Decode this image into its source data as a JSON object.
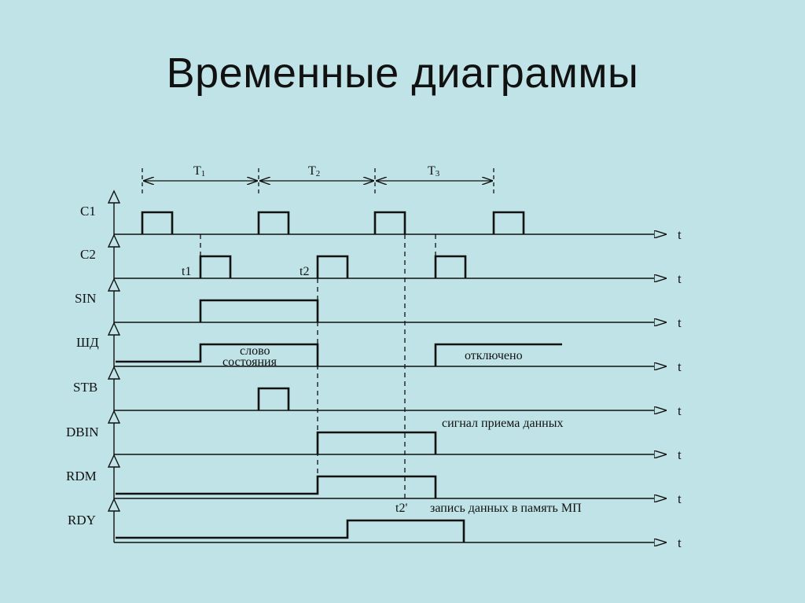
{
  "title": "Временные диаграммы",
  "periods": [
    {
      "name": "T",
      "sub": "1"
    },
    {
      "name": "T",
      "sub": "2"
    },
    {
      "name": "T",
      "sub": "3"
    }
  ],
  "axis_label": "t",
  "signals": [
    {
      "name": "C1"
    },
    {
      "name": "C2"
    },
    {
      "name": "SIN"
    },
    {
      "name": "ШД"
    },
    {
      "name": "STB"
    },
    {
      "name": "DBIN"
    },
    {
      "name": "RDM"
    },
    {
      "name": "RDY"
    }
  ],
  "marks": {
    "t1": "t1",
    "t2": "t2",
    "t2prime": "t2'"
  },
  "notes": {
    "slovo_line1": "слово",
    "slovo_line2": "состояния",
    "otklyucheno": "отключено",
    "signal_priema": "сигнал приема данных",
    "zapis": "запись данных в память МП"
  }
}
